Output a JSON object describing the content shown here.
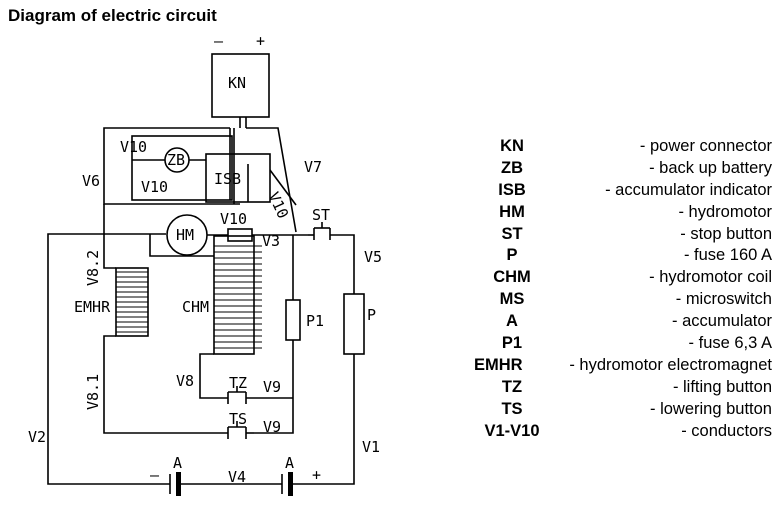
{
  "title": "Diagram of electric circuit",
  "diagram": {
    "labels": {
      "minus_top": "–",
      "plus_top": "+",
      "kn": "KN",
      "v10_a": "V10",
      "zb": "ZB",
      "v10_b": "V10",
      "isb": "ISB",
      "v10_c": "V10",
      "v6": "V6",
      "v7": "V7",
      "hm": "HM",
      "v10_d": "V10",
      "st": "ST",
      "v3": "V3",
      "v5": "V5",
      "v82": "V8.2",
      "emhr": "EMHR",
      "chm": "CHM",
      "p1": "P1",
      "p": "P",
      "v8": "V8",
      "tz": "TZ",
      "v9_a": "V9",
      "v81": "V8.1",
      "ts": "TS",
      "v9_b": "V9",
      "v2": "V2",
      "v1": "V1",
      "a_left": "A",
      "v4": "V4",
      "a_right": "A",
      "minus_bottom": "–",
      "plus_bottom": "+"
    }
  },
  "legend": [
    {
      "code": "KN",
      "desc": "- power connector"
    },
    {
      "code": "ZB",
      "desc": "- back up battery"
    },
    {
      "code": "ISB",
      "desc": "- accumulator indicator"
    },
    {
      "code": "HM",
      "desc": "- hydromotor"
    },
    {
      "code": "ST",
      "desc": "- stop button"
    },
    {
      "code": "P",
      "desc": "- fuse 160 A"
    },
    {
      "code": "CHM",
      "desc": "- hydromotor coil"
    },
    {
      "code": "MS",
      "desc": "- microswitch"
    },
    {
      "code": "A",
      "desc": "- accumulator"
    },
    {
      "code": "P1",
      "desc": "- fuse 6,3 A"
    },
    {
      "code": "EMHR",
      "desc": "- hydromotor electromagnet"
    },
    {
      "code": "TZ",
      "desc": "- lifting button"
    },
    {
      "code": "TS",
      "desc": "- lowering button"
    },
    {
      "code": "V1-V10",
      "desc": "- conductors"
    }
  ]
}
